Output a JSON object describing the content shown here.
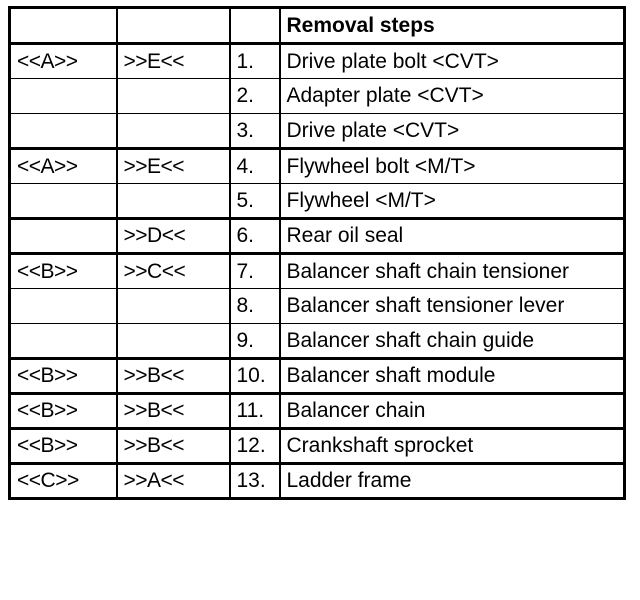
{
  "table": {
    "columns": [
      {
        "key": "group_a",
        "header": ""
      },
      {
        "key": "group_b",
        "header": ""
      },
      {
        "key": "number",
        "header": ""
      },
      {
        "key": "step",
        "header": "Removal steps"
      }
    ],
    "colors": {
      "text": "#000000",
      "background": "#ffffff",
      "border": "#000000"
    },
    "rows": [
      {
        "group_a": "<<A>>",
        "group_b": ">>E<<",
        "number": "1.",
        "step": "Drive plate bolt <CVT>",
        "group_start": true
      },
      {
        "group_a": "",
        "group_b": "",
        "number": "2.",
        "step": "Adapter plate <CVT>",
        "group_start": false
      },
      {
        "group_a": "",
        "group_b": "",
        "number": "3.",
        "step": "Drive plate <CVT>",
        "group_start": false
      },
      {
        "group_a": "<<A>>",
        "group_b": ">>E<<",
        "number": "4.",
        "step": "Flywheel bolt <M/T>",
        "group_start": true
      },
      {
        "group_a": "",
        "group_b": "",
        "number": "5.",
        "step": "Flywheel <M/T>",
        "group_start": false
      },
      {
        "group_a": "",
        "group_b": ">>D<<",
        "number": "6.",
        "step": "Rear oil seal",
        "group_start": true
      },
      {
        "group_a": "<<B>>",
        "group_b": ">>C<<",
        "number": "7.",
        "step": "Balancer shaft chain tensioner",
        "group_start": true
      },
      {
        "group_a": "",
        "group_b": "",
        "number": "8.",
        "step": "Balancer shaft tensioner lever",
        "group_start": false
      },
      {
        "group_a": "",
        "group_b": "",
        "number": "9.",
        "step": "Balancer shaft chain guide",
        "group_start": false
      },
      {
        "group_a": "<<B>>",
        "group_b": ">>B<<",
        "number": "10.",
        "step": "Balancer shaft module",
        "group_start": true
      },
      {
        "group_a": "<<B>>",
        "group_b": ">>B<<",
        "number": "11.",
        "step": "Balancer chain",
        "group_start": true
      },
      {
        "group_a": "<<B>>",
        "group_b": ">>B<<",
        "number": "12.",
        "step": "Crankshaft sprocket",
        "group_start": true
      },
      {
        "group_a": "<<C>>",
        "group_b": ">>A<<",
        "number": "13.",
        "step": "Ladder frame",
        "group_start": true
      }
    ]
  }
}
